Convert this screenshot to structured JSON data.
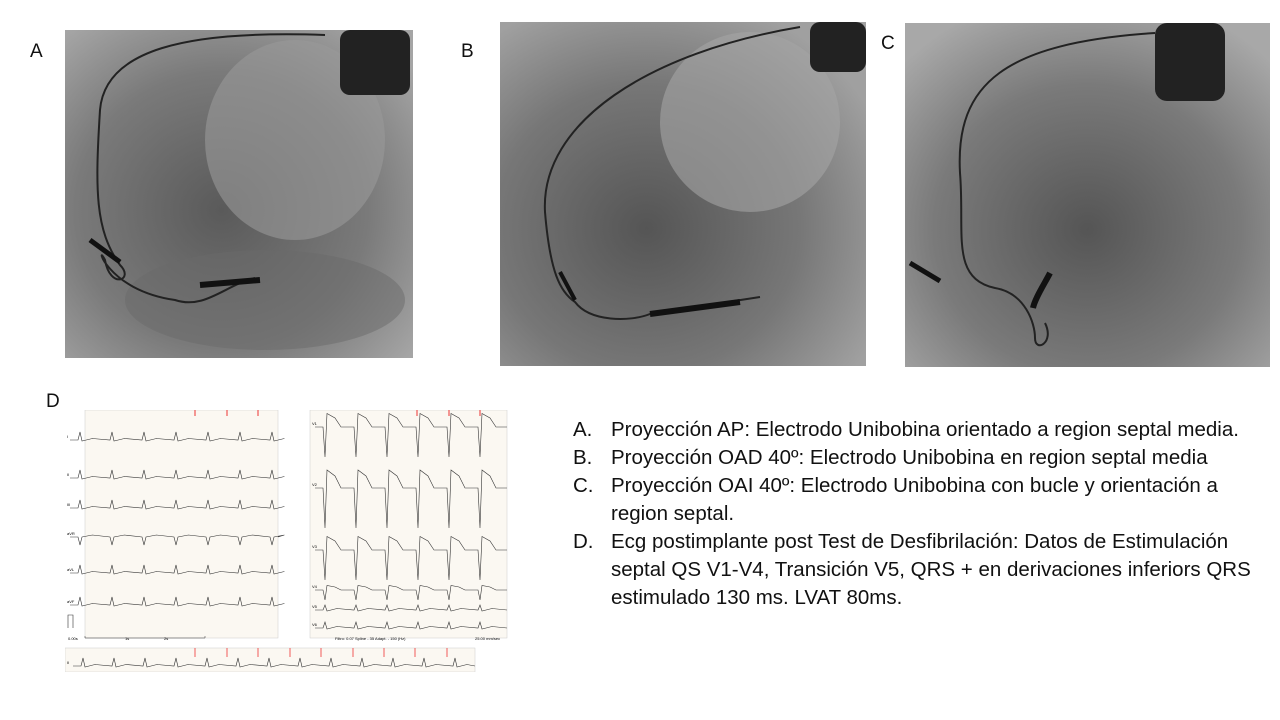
{
  "panels": {
    "a": {
      "label": "A"
    },
    "b": {
      "label": "B"
    },
    "c": {
      "label": "C"
    },
    "d": {
      "label": "D"
    }
  },
  "ecg": {
    "limb_leads": [
      "I",
      "II",
      "III",
      "aVR",
      "aVL",
      "aVF"
    ],
    "chest_leads": [
      "V1",
      "V2",
      "V3",
      "V4",
      "V5",
      "V6"
    ],
    "rhythm_lead": "II",
    "time_start": "0.00s",
    "time_1": "1s",
    "time_2": "2s",
    "filter": "Filtro: 0.07 Spline - 35 Adapt. - 150 (Hz)",
    "speed": "25.00 mm/sec"
  },
  "legend": [
    {
      "key": "A.",
      "text": "Proyección AP: Electrodo Unibobina orientado a region septal media."
    },
    {
      "key": "B.",
      "text": "Proyección OAD 40º: Electrodo Unibobina en region septal media"
    },
    {
      "key": "C.",
      "text": "Proyección OAI 40º: Electrodo Unibobina con bucle y orientación a region septal."
    },
    {
      "key": "D.",
      "text": "Ecg postimplante post Test de Desfibrilación: Datos de Estimulación septal QS V1-V4, Transición V5, QRS + en derivaciones inferiors QRS estimulado 130 ms. LVAT 80ms."
    }
  ]
}
